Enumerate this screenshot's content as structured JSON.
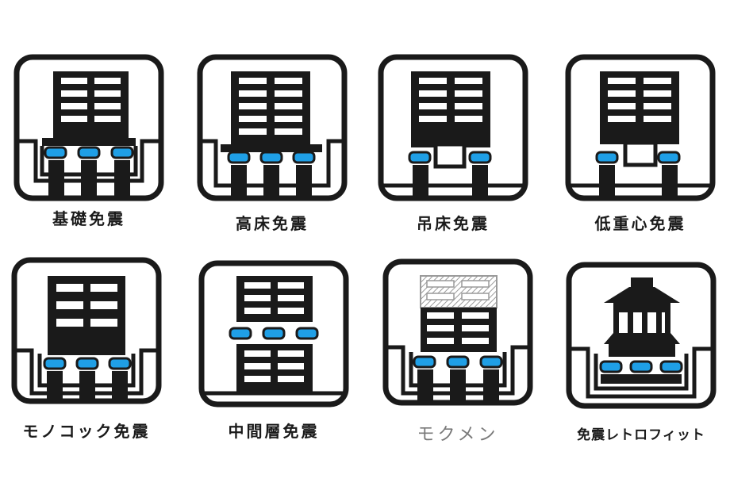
{
  "colors": {
    "ink": "#1a1a1a",
    "isolator": "#1f9fe6",
    "background": "#ffffff",
    "hatch_gray": "#9a9a9a",
    "muted_label": "#7a7a7a"
  },
  "icons": [
    {
      "key": "base",
      "label": "基礎免震"
    },
    {
      "key": "raised",
      "label": "高床免震"
    },
    {
      "key": "suspended",
      "label": "吊床免震"
    },
    {
      "key": "low_center",
      "label": "低重心免震"
    },
    {
      "key": "monocoque",
      "label": "モノコック免震"
    },
    {
      "key": "mid_story",
      "label": "中間層免震"
    },
    {
      "key": "mokumen",
      "label": "モクメン"
    },
    {
      "key": "retrofit",
      "label": "免震レトロフィット"
    }
  ]
}
